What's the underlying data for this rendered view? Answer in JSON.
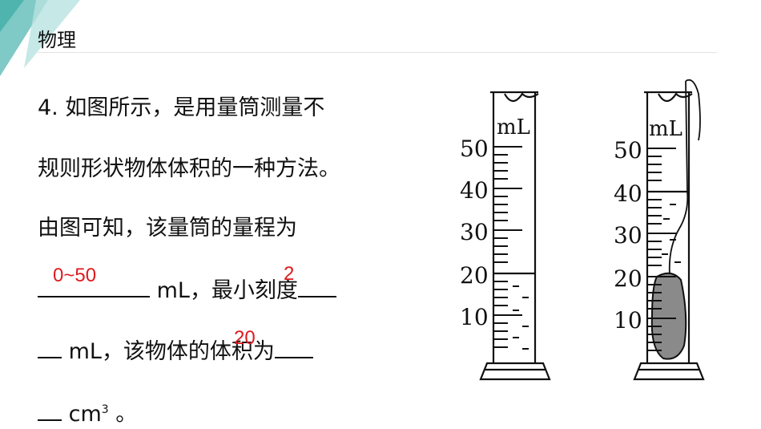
{
  "header": {
    "title": "物理"
  },
  "question": {
    "line1": "4. 如图所示，是用量筒测量不",
    "line2": "规则形状物体体积的一种方法。",
    "line3": "由图可知，该量筒的量程为",
    "unit_ml": "mL，最小刻度",
    "line5_text": "mL，该物体的体积为",
    "unit_cm": "cm",
    "unit_cm_sup": "3",
    "line6_end": "。"
  },
  "answers": {
    "range": "0~50",
    "min_division": "2",
    "volume": "20"
  },
  "figure": {
    "left_cylinder": {
      "unit": "mL",
      "ticks": [
        "50",
        "40",
        "30",
        "20",
        "10"
      ],
      "water_level": 20
    },
    "right_cylinder": {
      "unit": "mL",
      "ticks": [
        "50",
        "40",
        "30",
        "20",
        "10"
      ],
      "water_level": 40
    }
  }
}
